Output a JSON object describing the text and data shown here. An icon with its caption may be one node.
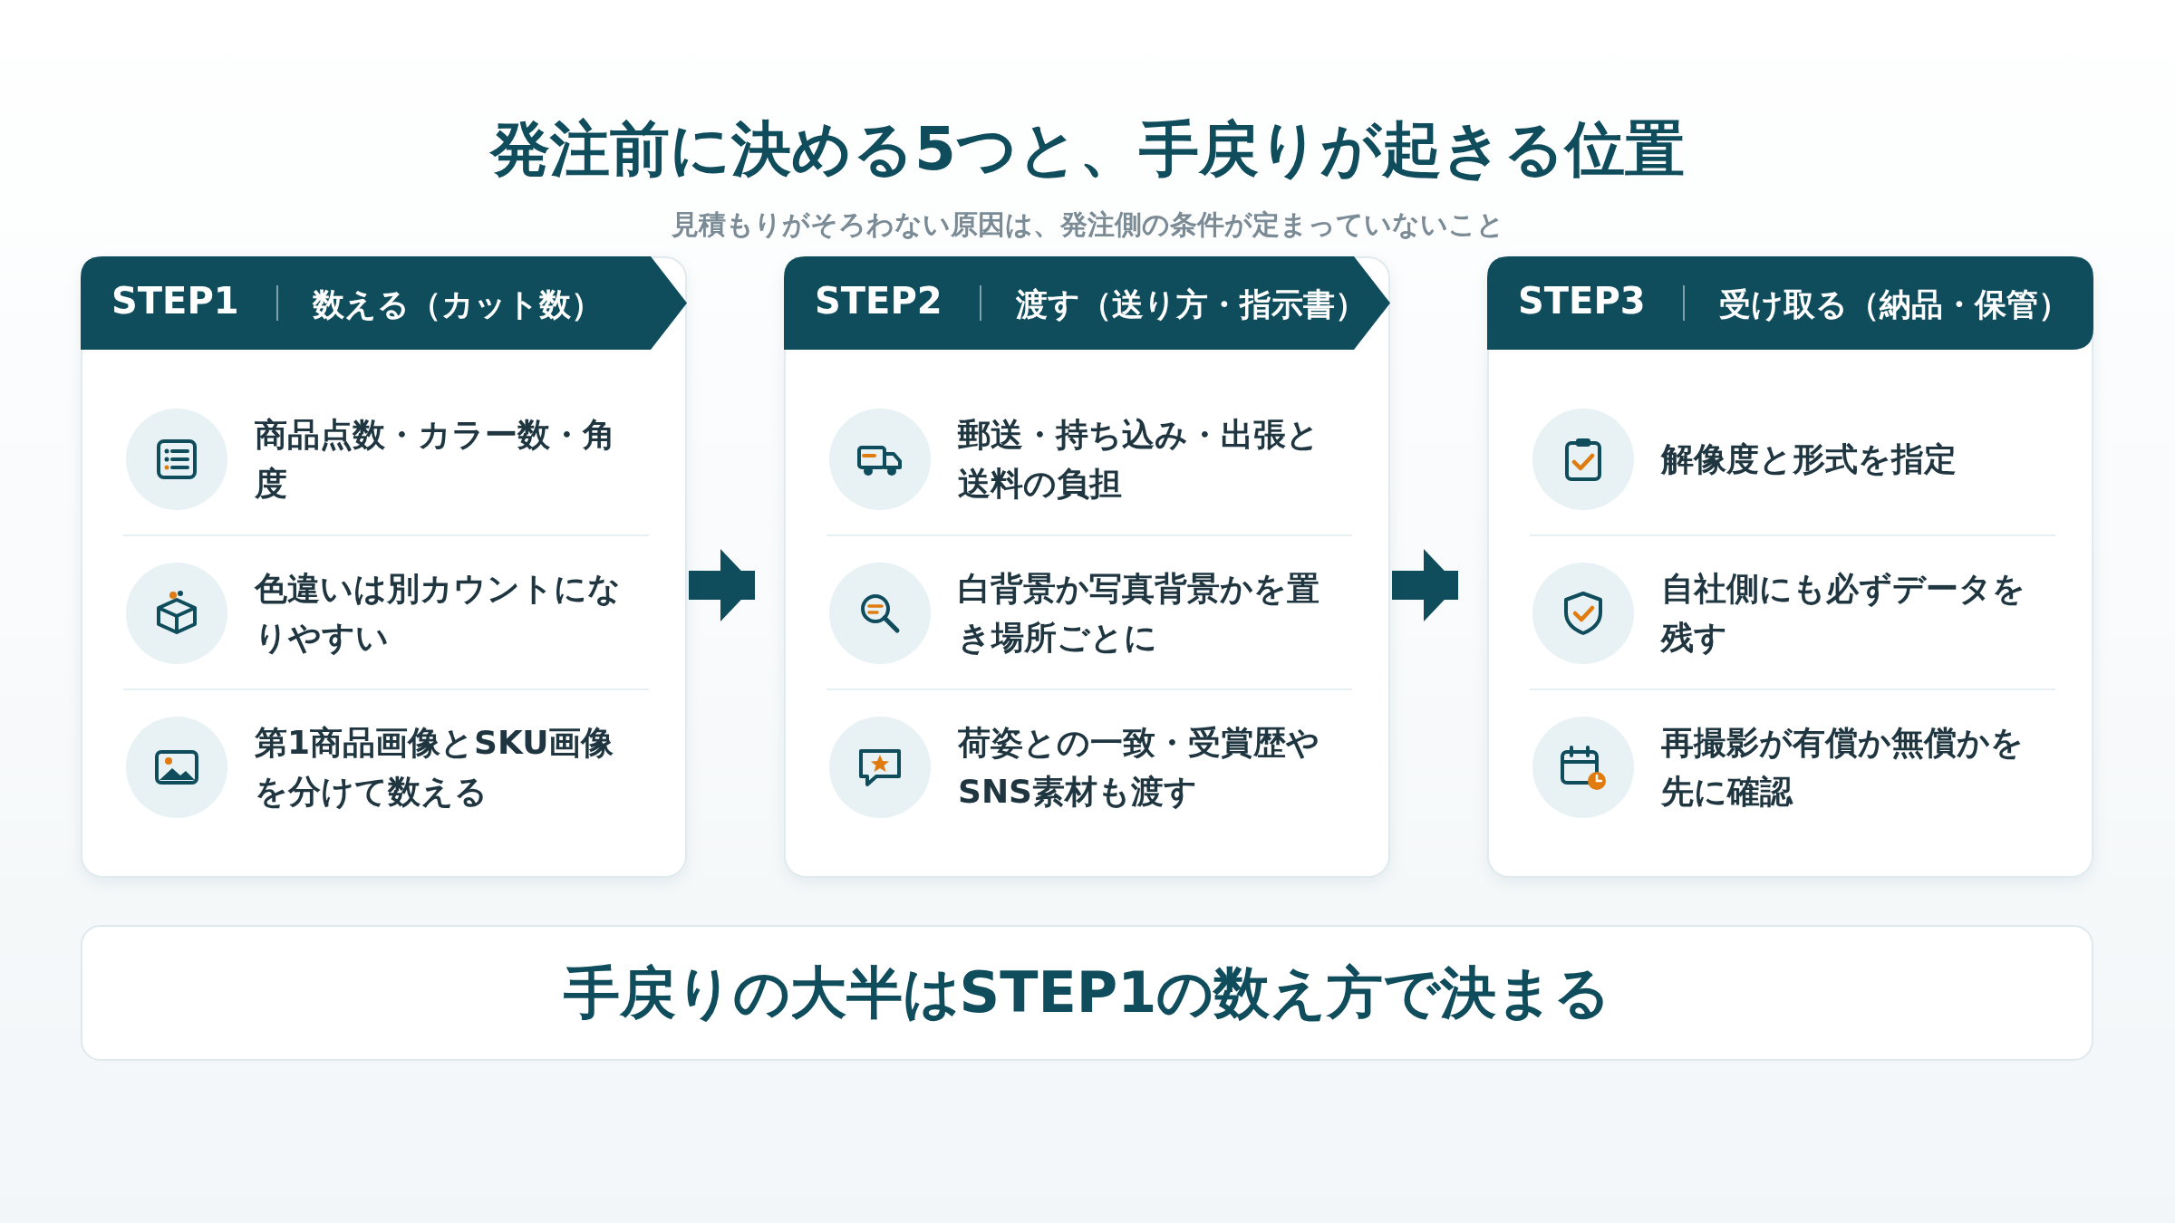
{
  "diagram": {
    "title": "発注前に決める5つと、手戻りが起きる位置",
    "nodes": [
      {
        "text": [
          "STEP1",
          "数える（カット数）"
        ]
      },
      {
        "text": [
          "商品点数・カラー数・角度"
        ],
        "in": 0
      },
      {
        "text": [
          "色違いは別カウントになりやすい"
        ],
        "in": 0
      },
      {
        "text": [
          "第1商品画像とSKU画像を分けて数える"
        ],
        "in": 0
      },
      {
        "text": [
          "STEP2",
          "渡す（送り方・指示書）"
        ]
      },
      {
        "text": [
          "郵送・持ち込み・出張と送料の負担"
        ],
        "in": 4
      },
      {
        "text": [
          "白背景か写真背景かを置き場所ごとに"
        ],
        "in": 4
      },
      {
        "text": [
          "荷姿との一致・受賞歴やSNS素材も渡す"
        ],
        "in": 4
      },
      {
        "text": [
          "STEP3",
          "受け取る（納品・保管）"
        ]
      },
      {
        "text": [
          "解像度と形式を指定"
        ],
        "in": 8
      },
      {
        "text": [
          "自社側にも必ずデータを残す"
        ],
        "in": 8
      },
      {
        "text": [
          "再撮影が有償か無償かを先に確認"
        ],
        "in": 8
      },
      {
        "text": [
          "手戻りの大半はSTEP1の数え方で決まる"
        ]
      }
    ],
    "edges": [
      {
        "from": 0,
        "to": 4,
        "arrow": "to"
      },
      {
        "from": 4,
        "to": 8,
        "arrow": "to"
      }
    ],
    "labels": [
      "見積もりがそろわない原因は、発注側の条件が定まっていないこと"
    ]
  }
}
